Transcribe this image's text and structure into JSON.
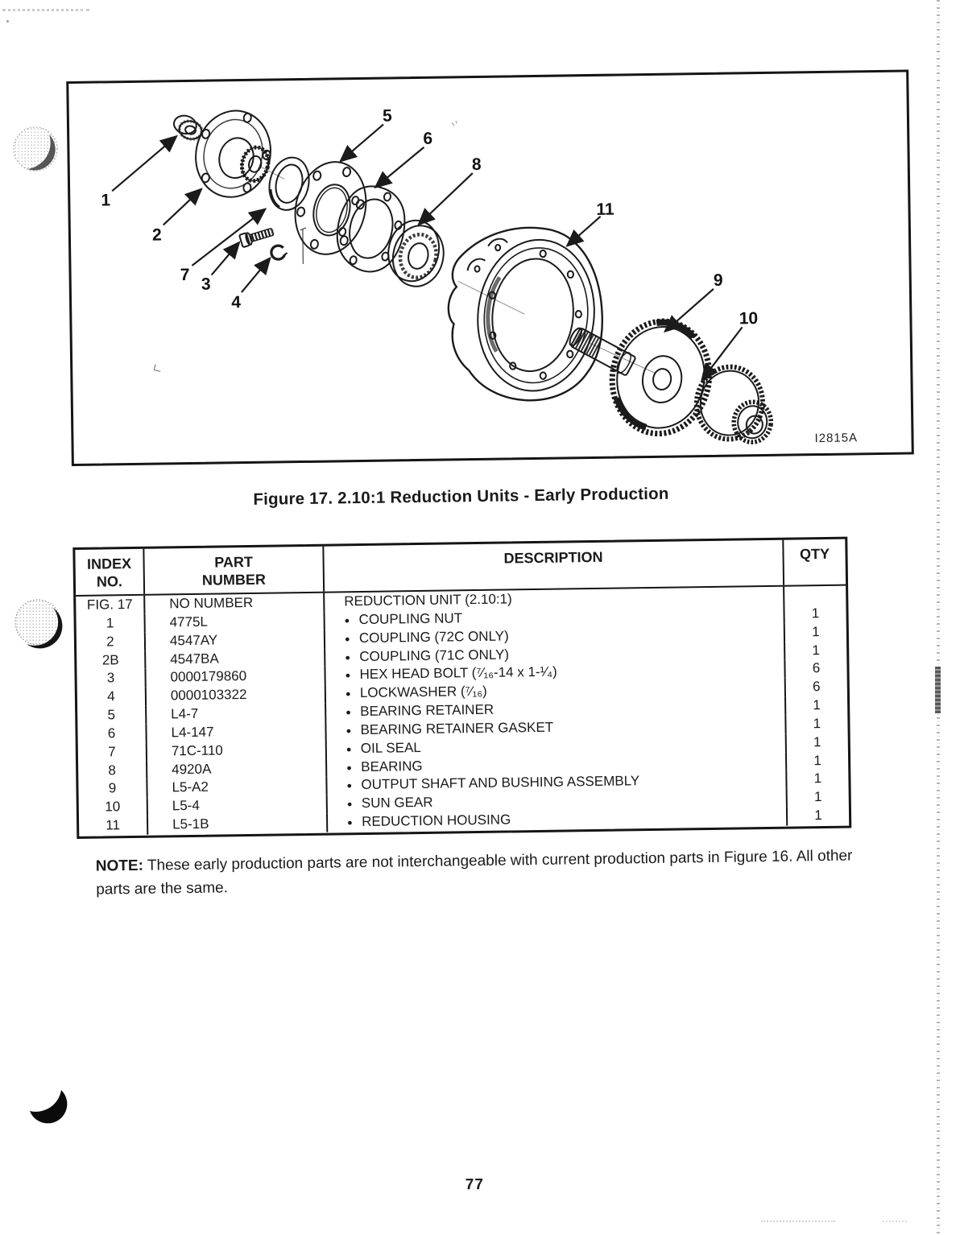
{
  "figure": {
    "caption": "Figure 17. 2.10:1 Reduction Units - Early Production",
    "image_code": "I2815A",
    "callouts": [
      "1",
      "2",
      "7",
      "3",
      "4",
      "5",
      "6",
      "8",
      "11",
      "9",
      "10"
    ]
  },
  "table": {
    "headers": {
      "index_line1": "INDEX",
      "index_line2": "NO.",
      "part_line1": "PART",
      "part_line2": "NUMBER",
      "description": "DESCRIPTION",
      "qty": "QTY"
    },
    "rows": [
      {
        "index": "FIG. 17",
        "part": "NO NUMBER",
        "bullet": false,
        "desc": "REDUCTION UNIT (2.10:1)",
        "qty": ""
      },
      {
        "index": "1",
        "part": "4775L",
        "bullet": true,
        "desc": "COUPLING NUT",
        "qty": "1"
      },
      {
        "index": "2",
        "part": "4547AY",
        "bullet": true,
        "desc": "COUPLING (72C ONLY)",
        "qty": "1"
      },
      {
        "index": "2B",
        "part": "4547BA",
        "bullet": true,
        "desc": "COUPLING (71C ONLY)",
        "qty": "1"
      },
      {
        "index": "3",
        "part": "0000179860",
        "bullet": true,
        "desc": "HEX HEAD BOLT (⁷⁄₁₆-14 x 1-¹⁄₄)",
        "qty": "6"
      },
      {
        "index": "4",
        "part": "0000103322",
        "bullet": true,
        "desc": "LOCKWASHER (⁷⁄₁₆)",
        "qty": "6"
      },
      {
        "index": "5",
        "part": "L4-7",
        "bullet": true,
        "desc": "BEARING RETAINER",
        "qty": "1"
      },
      {
        "index": "6",
        "part": "L4-147",
        "bullet": true,
        "desc": "BEARING RETAINER GASKET",
        "qty": "1"
      },
      {
        "index": "7",
        "part": "71C-110",
        "bullet": true,
        "desc": "OIL SEAL",
        "qty": "1"
      },
      {
        "index": "8",
        "part": "4920A",
        "bullet": true,
        "desc": "BEARING",
        "qty": "1"
      },
      {
        "index": "9",
        "part": "L5-A2",
        "bullet": true,
        "desc": "OUTPUT SHAFT AND BUSHING ASSEMBLY",
        "qty": "1"
      },
      {
        "index": "10",
        "part": "L5-4",
        "bullet": true,
        "desc": "SUN GEAR",
        "qty": "1"
      },
      {
        "index": "11",
        "part": "L5-1B",
        "bullet": true,
        "desc": "REDUCTION HOUSING",
        "qty": "1"
      }
    ]
  },
  "note": {
    "label": "NOTE:",
    "text": " These early production parts are not interchangeable with current production parts in Figure 16. All other parts are the same."
  },
  "page": {
    "number": "77"
  },
  "colors": {
    "ink": "#1a1a1a",
    "paper": "#ffffff"
  }
}
